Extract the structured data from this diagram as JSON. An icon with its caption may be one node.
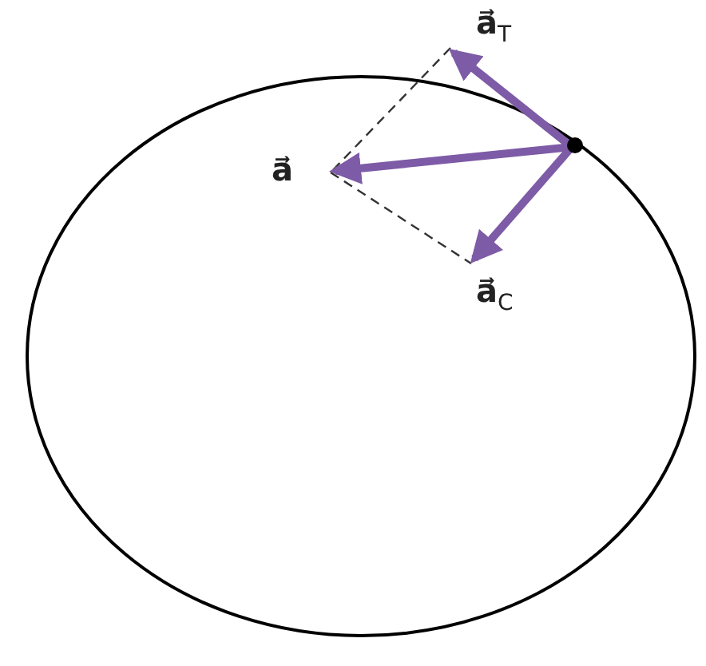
{
  "diagram": {
    "labels": [
      "**a⃗**$_{T}$",
      "**a⃗**",
      "**a⃗**$_{C}$"
    ]
  }
}
